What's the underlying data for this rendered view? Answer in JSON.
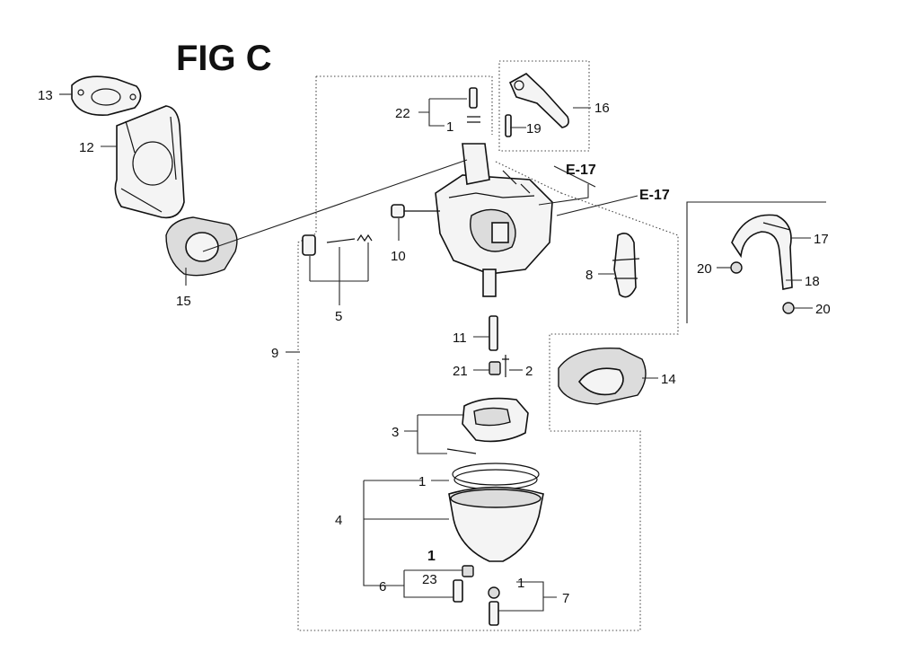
{
  "figure": {
    "title": "FIG C",
    "references": [
      "E-17",
      "E-17"
    ]
  },
  "callouts": [
    {
      "id": "c13",
      "text": "13"
    },
    {
      "id": "c12",
      "text": "12"
    },
    {
      "id": "c15",
      "text": "15"
    },
    {
      "id": "c22",
      "text": "22"
    },
    {
      "id": "c1a",
      "text": "1"
    },
    {
      "id": "c16",
      "text": "16"
    },
    {
      "id": "c19",
      "text": "19"
    },
    {
      "id": "c10",
      "text": "10"
    },
    {
      "id": "c5",
      "text": "5"
    },
    {
      "id": "c9",
      "text": "9"
    },
    {
      "id": "c8",
      "text": "8"
    },
    {
      "id": "c17",
      "text": "17"
    },
    {
      "id": "c18",
      "text": "18"
    },
    {
      "id": "c20a",
      "text": "20"
    },
    {
      "id": "c20b",
      "text": "20"
    },
    {
      "id": "c11",
      "text": "11"
    },
    {
      "id": "c21",
      "text": "21"
    },
    {
      "id": "c2",
      "text": "2"
    },
    {
      "id": "c14",
      "text": "14"
    },
    {
      "id": "c3",
      "text": "3"
    },
    {
      "id": "c1b",
      "text": "1"
    },
    {
      "id": "c4",
      "text": "4"
    },
    {
      "id": "c1c",
      "text": "1"
    },
    {
      "id": "c23",
      "text": "23"
    },
    {
      "id": "c6",
      "text": "6"
    },
    {
      "id": "c1d",
      "text": "1"
    },
    {
      "id": "c7",
      "text": "7"
    }
  ]
}
